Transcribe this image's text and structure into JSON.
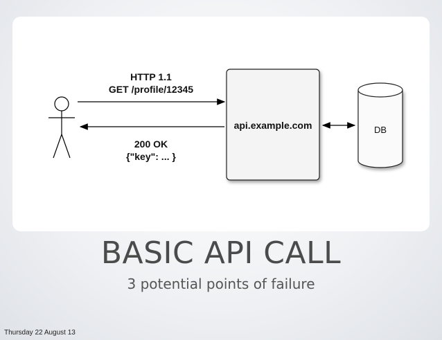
{
  "slide": {
    "title": "BASIC API CALL",
    "subtitle": "3 potential points of failure",
    "footer_date": "Thursday 22 August 13"
  },
  "diagram": {
    "request_line1": "HTTP 1.1",
    "request_line2": "GET /profile/12345",
    "response_line1": "200 OK",
    "response_line2": "{\"key\": ... }",
    "server_label": "api.example.com",
    "db_label": "DB"
  }
}
